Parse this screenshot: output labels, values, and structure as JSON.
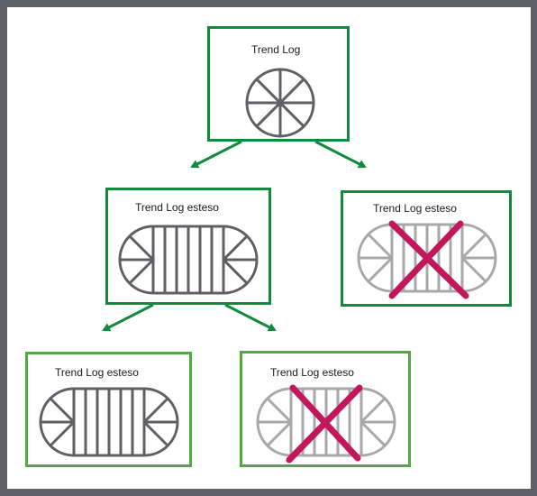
{
  "diagram": {
    "root": {
      "label": "Trend Log",
      "icon": "circular-log-icon"
    },
    "level2": [
      {
        "label": "Trend Log esteso",
        "icon": "extended-log-icon",
        "crossed": false
      },
      {
        "label": "Trend Log esteso",
        "icon": "extended-log-icon",
        "crossed": true
      }
    ],
    "level3": [
      {
        "label": "Trend Log esteso",
        "icon": "extended-log-icon",
        "crossed": false
      },
      {
        "label": "Trend Log esteso",
        "icon": "extended-log-icon",
        "crossed": true
      }
    ]
  },
  "colors": {
    "frame": "#5f6066",
    "box_dark_green": "#128a3e",
    "box_light_green": "#4faa3f",
    "arrow_green": "#128a3e",
    "icon_dark": "#5f5f64",
    "icon_faded": "#a8a8a8",
    "cross": "#c2185b"
  }
}
